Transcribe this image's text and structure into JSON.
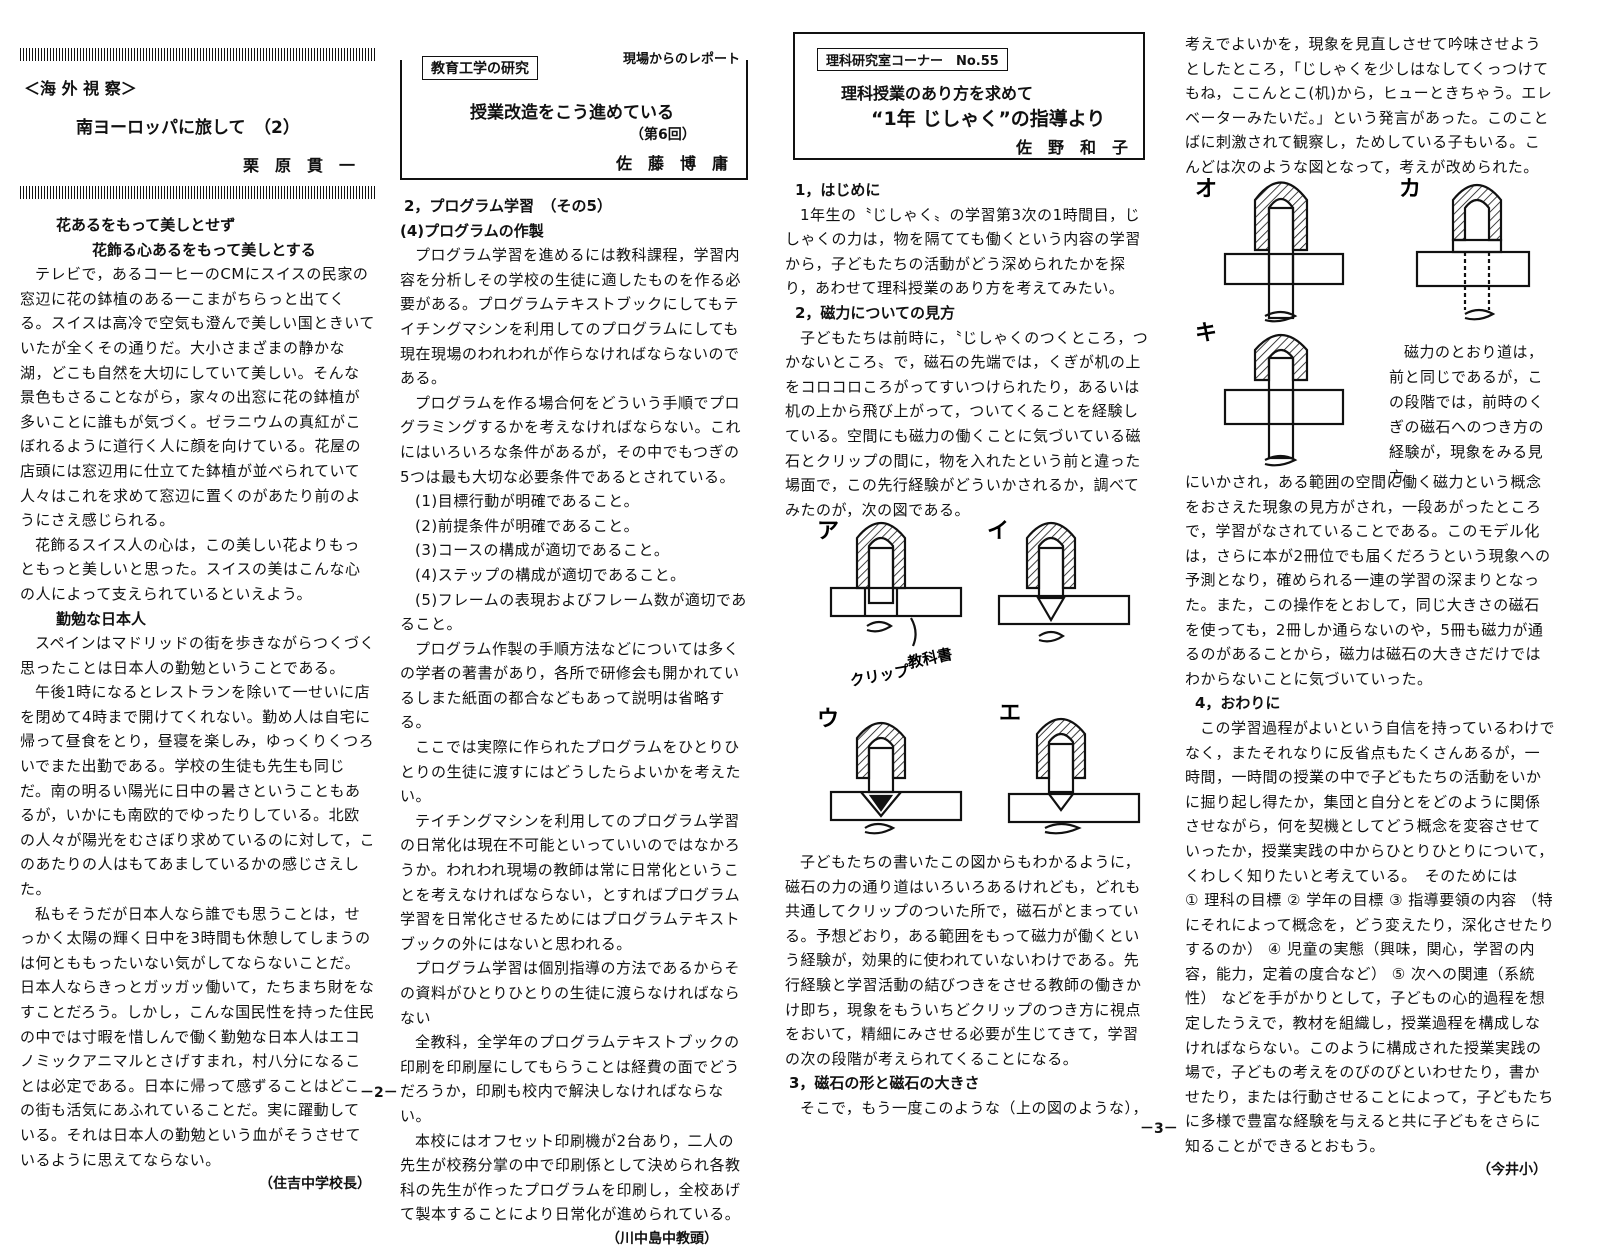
{
  "col1": {
    "section_label": "＜海 外 視 察＞",
    "title": "南ヨーロッパに旅して　（2）",
    "author": "栗　原　貫　一",
    "heading1a": "花あるをもって美しとせず",
    "heading1b": "花飾る心あるをもって美しとする",
    "para1": "テレビで，あるコーヒーのCMにスイスの民家の窓辺に花の鉢植のある一こまがちらっと出てくる。スイスは高冷で空気も澄んで美しい国ときいていたが全くその通りだ。大小さまざまの静かな湖，どこも自然を大切にしていて美しい。そんな景色もさることながら，家々の出窓に花の鉢植が多いことに誰もが気づく。ゼラニウムの真紅がこぼれるように道行く人に顔を向けている。花屋の店頭には窓辺用に仕立てた鉢植が並べられていて人々はこれを求めて窓辺に置くのがあたり前のようにさえ感じられる。",
    "para2": "花飾るスイス人の心は，この美しい花よりもっともっと美しいと思った。スイスの美はこんな心の人によって支えられているといえよう。",
    "heading2": "勤勉な日本人",
    "para3": "スペインはマドリッドの街を歩きながらつくづく思ったことは日本人の勤勉ということである。",
    "para4": "午後1時になるとレストランを除いて一せいに店を閉めて4時まで開けてくれない。勤め人は自宅に帰って昼食をとり，昼寝を楽しみ，ゆっくりくつろいでまた出勤である。学校の生徒も先生も同じだ。南の明るい陽光に日中の暑さということもあるが，いかにも南欧的でゆったりしている。北欧の人々が陽光をむさぼり求めているのに対して，このあたりの人はもてあましているかの感じさえした。",
    "para5": "私もそうだが日本人なら誰でも思うことは，せっかく太陽の輝く日中を3時間も休憩してしまうのは何とももったいない気がしてならないことだ。日本人ならきっとガッガッ働いて，たちまち財をなすことだろう。しかし，こんな国民性を持った住民の中では寸暇を惜しんで働く勤勉な日本人はエコノミックアニマルとさげすまれ，村八分になることは必定である。日本に帰って感ずることはどこの街も活気にあふれていることだ。実に躍動している。それは日本人の勤勉という血がそうさせているように思えてならない。",
    "affiliation": "（住吉中学校長）"
  },
  "col2": {
    "tag": "教育工学の研究",
    "kicker": "現場からのレポート",
    "title": "授業改造をこう進めている",
    "installment": "（第6回）",
    "author": "佐　藤　博　庸",
    "heading1": "2，プログラム学習　（その5）",
    "heading2": "(4)プログラムの作製",
    "para1": "プログラム学習を進めるには教科課程，学習内容を分析しその学校の生徒に適したものを作る必要がある。プログラムテキストブックにしてもテイチングマシンを利用してのプログラムにしても現在現場のわれわれが作らなければならないのである。",
    "para2": "プログラムを作る場合何をどういう手順でプログラミングするかを考えなければならない。これにはいろいろな条件があるが，その中でもつぎの5つは最も大切な必要条件であるとされている。",
    "item1": "(1)目標行動が明確であること。",
    "item2": "(2)前提条件が明確であること。",
    "item3": "(3)コースの構成が適切であること。",
    "item4": "(4)ステップの構成が適切であること。",
    "item5": "(5)フレームの表現およびフレーム数が適切であること。",
    "para3": "プログラム作製の手順方法などについては多くの学者の著書があり，各所で研修会も開かれているしまた紙面の都合などもあって説明は省略する。",
    "para4": "ここでは実際に作られたプログラムをひとりひとりの生徒に渡すにはどうしたらよいかを考えたい。",
    "para5": "テイチングマシンを利用してのプログラム学習の日常化は現在不可能といっていいのではなかろうか。われわれ現場の教師は常に日常化ということを考えなければならない，とすればプログラム学習を日常化させるためにはプログラムテキストブックの外にはないと思われる。",
    "para6": "プログラム学習は個別指導の方法であるからその資料がひとりひとりの生徒に渡らなければならない",
    "para7": "全教科，全学年のプログラムテキストブックの印刷を印刷屋にしてもらうことは経費の面でどうだろうか，印刷も校内で解決しなければならない。",
    "para8": "本校にはオフセット印刷機が2台あり，二人の先生が校務分掌の中で印刷係として決められ各教科の先生が作ったプログラムを印刷し，全校あげて製本することにより日常化が進められている。",
    "affiliation": "（川中島中教頭）"
  },
  "col3": {
    "tag": "理科研究室コーナー　No.55",
    "title1": "理科授業のあり方を求めて",
    "title2": "“1年 じしゃく”の指導より",
    "author": "佐　野　和　子",
    "heading1": "1，はじめに",
    "para1": "1年生の〝じしゃく〟の学習第3次の1時間目，じしゃくの力は，物を隔てても働くという内容の学習から，子どもたちの活動がどう深められたかを探り，あわせて理科授業のあり方を考えてみたい。",
    "heading2": "2，磁力についての見方",
    "para2": "子どもたちは前時に，〝じしゃくのつくところ，つかないところ〟で，磁石の先端では，くぎが机の上をコロコロころがってすいつけられたり，あるいは机の上から飛び上がって，ついてくることを経験している。空間にも磁力の働くことに気づいている磁石とクリップの間に，物を入れたという前と違った場面で，この先行経験がどういかされるか，調べてみたのが，次の図である。",
    "fig_a": "ア",
    "fig_i": "イ",
    "fig_u": "ウ",
    "fig_e": "エ",
    "fig_clip": "クリップ",
    "fig_book": "教科書",
    "para3": "子どもたちの書いたこの図からもわかるように，磁石の力の通り道はいろいろあるけれども，どれも共通してクリップのついた所で，磁石がとまっている。予想どおり，ある範囲をもって磁力が働くという経験が，効果的に使われていないわけである。先行経験と学習活動の結びつきをさせる教師の働きかけ即ち，現象をもういちどクリップのつき方に視点をおいて，精細にみさせる必要が生じてきて，学習の次の段階が考えられてくることになる。",
    "heading3": "3，磁石の形と磁石の大きさ",
    "para4": "そこで，もう一度このような（上の図のような），"
  },
  "col4": {
    "para1": "考えでよいかを，現象を見直しさせて吟味させようとしたところ，「じしゃくを少しはなしてくっつけてもね，ここんとこ(机)から，ヒューときちゃう。エレベーターみたいだ。」という発言があった。このことばに刺激されて観察し，ためしている子もいる。こんどは次のような図となって，考えが改められた。",
    "fig_o": "オ",
    "fig_ka": "カ",
    "fig_ki": "キ",
    "para2a": "磁力のとおり道は，前と同じであるが，この段階では，前時のくぎの磁石へのつき方の経験が，現象をみる見方",
    "para2b": "にいかされ，ある範囲の空間に働く磁力という概念をおさえた現象の見方がされ，一段あがったところで，学習がなされていることである。このモデル化は，さらに本が2冊位でも届くだろうという現象への予測となり，確められる一連の学習の深まりとなった。また，この操作をとおして，同じ大きさの磁石を使っても，2冊しか通らないのや，5冊も磁力が通るのがあることから，磁力は磁石の大きさだけではわからないことに気づいていった。",
    "heading": "4，おわりに",
    "para3": "この学習過程がよいという自信を持っているわけでなく，またそれなりに反省点もたくさんあるが，一時間，一時間の授業の中で子どもたちの活動をいかに掘り起し得たか，集団と自分とをどのように関係させながら，何を契機としてどう概念を変容させていったか，授業実践の中からひとりひとりについて，くわしく知りたいと考えている。　そのためには",
    "n1": "①",
    "list1": "理科の目標",
    "n2": "②",
    "list2": "学年の目標",
    "n3": "③",
    "list3": "指導要領の内容",
    "list3b": "（特にそれによって概念を，どう変えたり，深化させたりするのか）",
    "n4": "④",
    "list4": "児童の実態（興味，関心，学習の内容，能力，定着の度合など）",
    "n5": "⑤",
    "list5": "次への関連（系統性）",
    "para4": "などを手がかりとして，子どもの心的過程を想定したうえで，教材を組織し，授業過程を構成しなければならない。このように構成された授業実践の場で，子どもの考えをのびのびといわせたり，書かせたり，または行動させることによって，子どもたちに多様で豊富な経験を与えると共に子どもをさらに知ることができるとおもう。",
    "affiliation": "（今井小）"
  },
  "folio_left": "－2－",
  "folio_right": "－3－"
}
